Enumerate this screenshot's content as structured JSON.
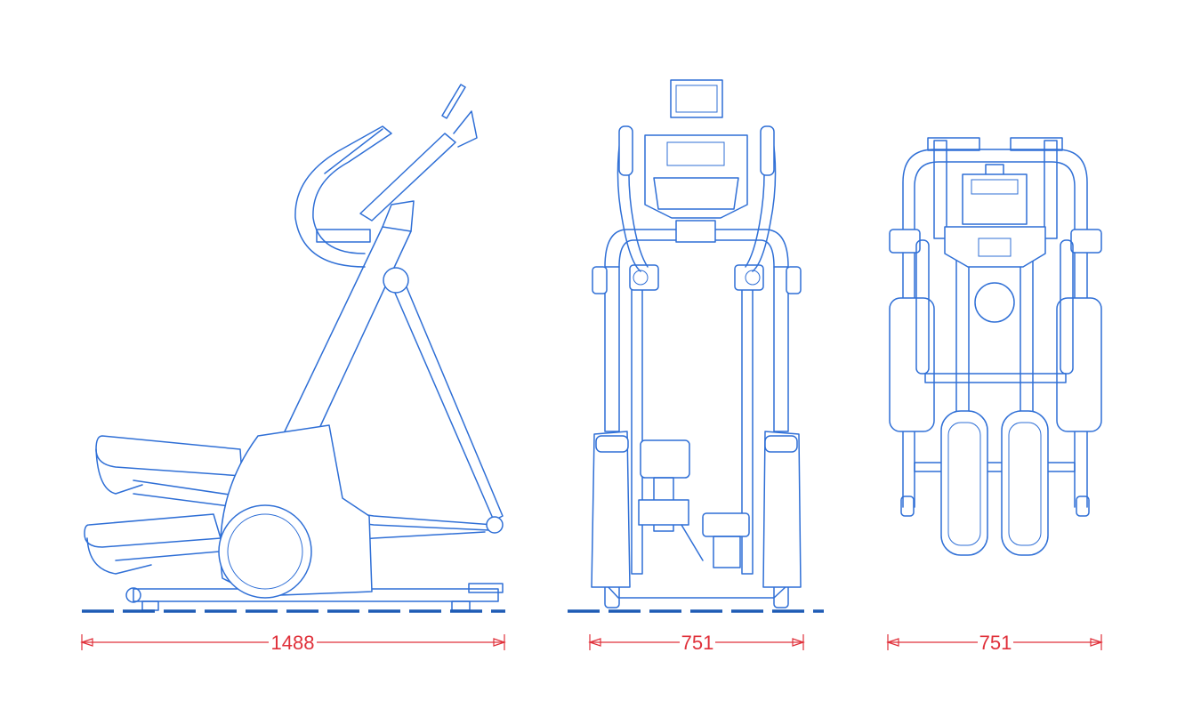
{
  "colors": {
    "line": "#2f6fd6",
    "ground": "#1e5bb5",
    "dimension": "#e0303a"
  },
  "views": [
    {
      "id": "side",
      "dimension_label": "1488"
    },
    {
      "id": "front",
      "dimension_label": "751"
    },
    {
      "id": "top",
      "dimension_label": "751"
    }
  ]
}
